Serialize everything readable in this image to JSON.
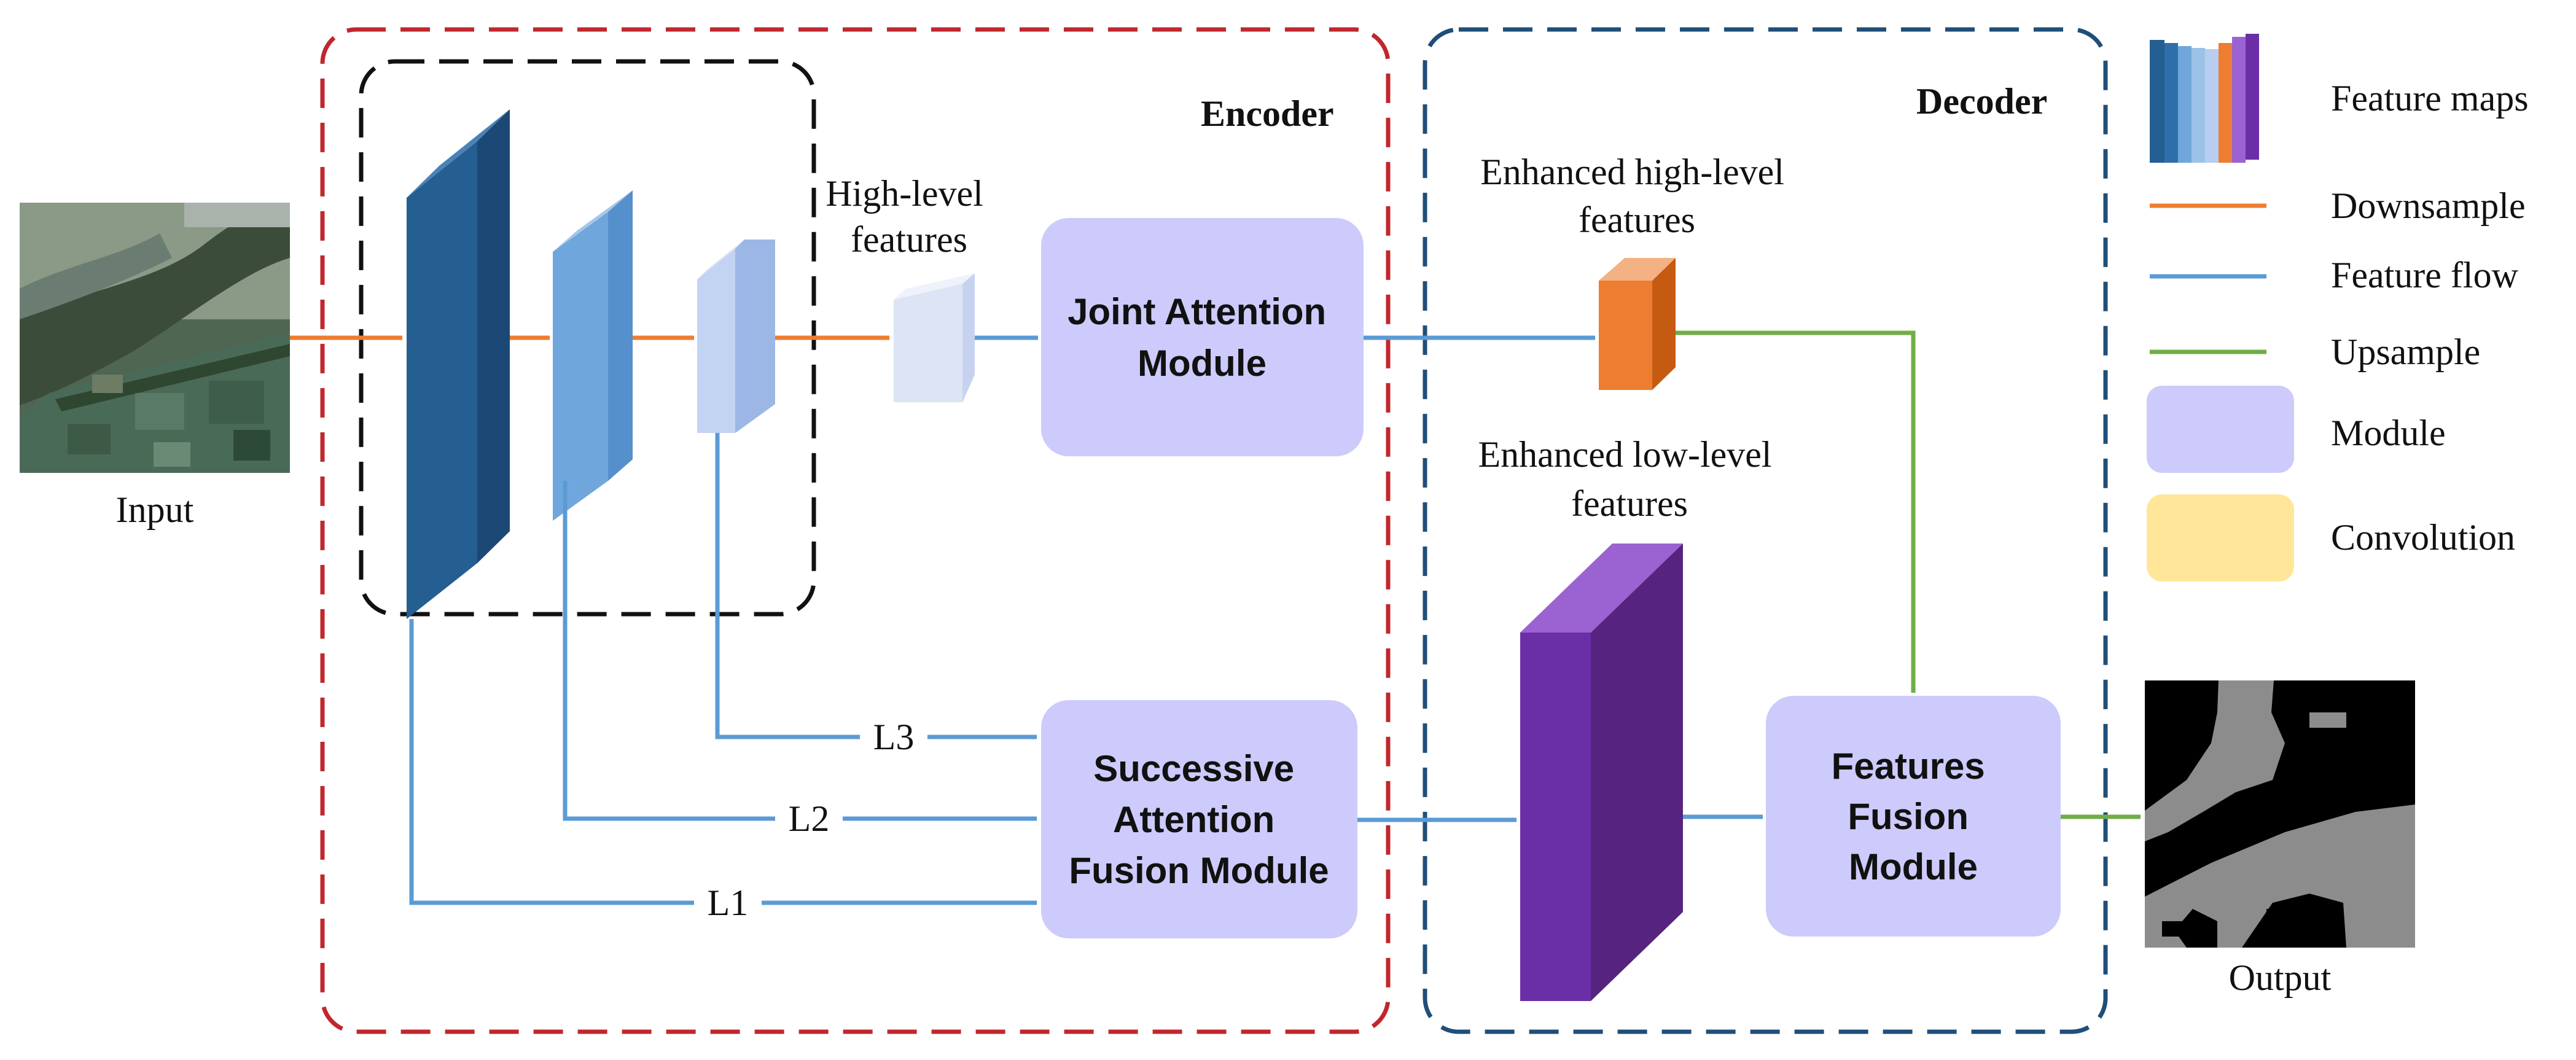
{
  "colors": {
    "encoder_border": "#c0272d",
    "decoder_border": "#1f4e79",
    "backbone_border": "#111111",
    "downsample_arrow": "#ed7d31",
    "feature_flow_arrow": "#5b9bd5",
    "upsample_arrow": "#70ad47",
    "module_fill": "#cccbfb",
    "convolution_fill": "#ffe699",
    "featmap_dark_blue": "#255e91",
    "featmap_mid_blue": "#6fa7dc",
    "featmap_light_blue": "#b9cdf0",
    "featmap_pale_blue": "#dce4f5",
    "featmap_orange": "#ed7d31",
    "featmap_purple": "#6a2fa6",
    "mask_background": "#000000",
    "mask_foreground": "#8c8c8c"
  },
  "input": {
    "label": "Input"
  },
  "output": {
    "label": "Output"
  },
  "encoder": {
    "title": "Encoder",
    "high_level_label": "High-level\nfeatures",
    "joint_attention": "Joint Attention\nModule",
    "successive_attention": "Successive\nAttention\nFusion Module",
    "skip_labels": [
      "L3",
      "L2",
      "L1"
    ]
  },
  "decoder": {
    "title": "Decoder",
    "enhanced_high_label": "Enhanced high-level\nfeatures",
    "enhanced_low_label": "Enhanced low-level\nfeatures",
    "features_fusion": "Features\nFusion\nModule"
  },
  "legend": {
    "feature_maps": "Feature maps",
    "downsample": "Downsample",
    "feature_flow": "Feature flow",
    "upsample": "Upsample",
    "module": "Module",
    "convolution": "Convolution"
  }
}
